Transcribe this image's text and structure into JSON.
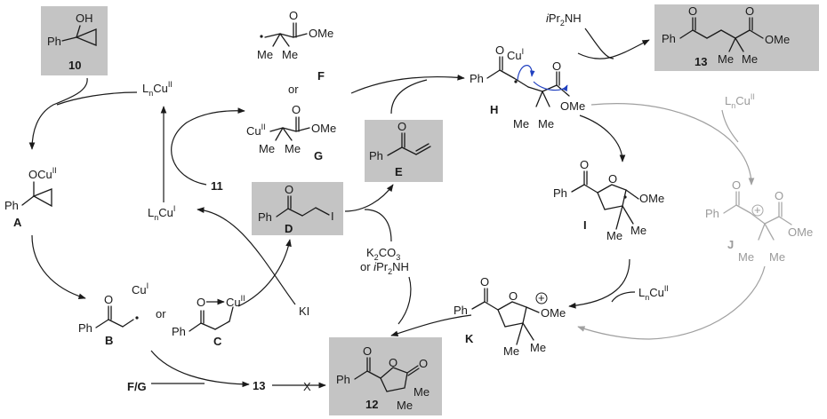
{
  "compounds": {
    "c10": {
      "label": "10",
      "oh": "OH",
      "ph": "Ph"
    },
    "cA": {
      "label": "A",
      "ocu": "OCu",
      "ocu_sup": "II",
      "ph": "Ph"
    },
    "cB": {
      "label": "B",
      "ph": "Ph",
      "o": "O",
      "cu": "Cu",
      "cu_sup": "I"
    },
    "cC": {
      "label": "C",
      "ph": "Ph",
      "o": "O",
      "cu": "Cu",
      "cu_sup": "II"
    },
    "cD": {
      "label": "D",
      "ph": "Ph",
      "o": "O",
      "i": "I"
    },
    "cE": {
      "label": "E",
      "ph": "Ph",
      "o": "O"
    },
    "cF": {
      "label": "F",
      "me1": "Me",
      "me2": "Me",
      "o": "O",
      "ome": "OMe"
    },
    "cG": {
      "label": "G",
      "cu": "Cu",
      "cu_sup": "II",
      "me1": "Me",
      "me2": "Me",
      "o": "O",
      "ome": "OMe"
    },
    "cH": {
      "label": "H",
      "ph": "Ph",
      "o": "O",
      "cu": "Cu",
      "cu_sup": "I",
      "o2": "O",
      "ome": "OMe",
      "me1": "Me",
      "me2": "Me"
    },
    "cI": {
      "label": "I",
      "ph": "Ph",
      "o": "O",
      "o_ring": "O",
      "ome": "OMe",
      "me1": "Me",
      "me2": "Me"
    },
    "cJ": {
      "label": "J",
      "ph": "Ph",
      "o": "O",
      "o2": "O",
      "ome": "OMe",
      "me1": "Me",
      "me2": "Me",
      "plus": "+"
    },
    "cK": {
      "label": "K",
      "ph": "Ph",
      "o": "O",
      "o_ring": "O",
      "ome": "OMe",
      "me1": "Me",
      "me2": "Me",
      "plus": "+"
    },
    "c12": {
      "label": "12",
      "ph": "Ph",
      "o": "O",
      "o_ring": "O",
      "o2": "O",
      "me1": "Me",
      "me2": "Me"
    },
    "c13": {
      "label": "13",
      "ph": "Ph",
      "o": "O",
      "o2": "O",
      "ome": "OMe",
      "me1": "Me",
      "me2": "Me"
    }
  },
  "reagents": {
    "lncu2_top": {
      "base": "L",
      "n": "n",
      "cu": "Cu",
      "sup": "II"
    },
    "lncu1": {
      "base": "L",
      "n": "n",
      "cu": "Cu",
      "sup": "I"
    },
    "lncu2_right": {
      "base": "L",
      "n": "n",
      "cu": "Cu",
      "sup": "II"
    },
    "lncu2_mid": {
      "base": "L",
      "n": "n",
      "cu": "Cu",
      "sup": "II"
    },
    "ipr2nh_top": {
      "i": "i",
      "pr": "Pr",
      "sub": "2",
      "nh": "NH"
    },
    "k2co3": {
      "k": "K",
      "sub2": "2",
      "co": "CO",
      "sub3": "3"
    },
    "or_ipr2nh": {
      "or": "or ",
      "i": "i",
      "pr": "Pr",
      "sub": "2",
      "nh": "NH"
    },
    "ki": "KI",
    "n11": "11",
    "fg": "F/G",
    "n13": "13",
    "or_fg": "or",
    "or_bc": "or",
    "cross": "X"
  }
}
